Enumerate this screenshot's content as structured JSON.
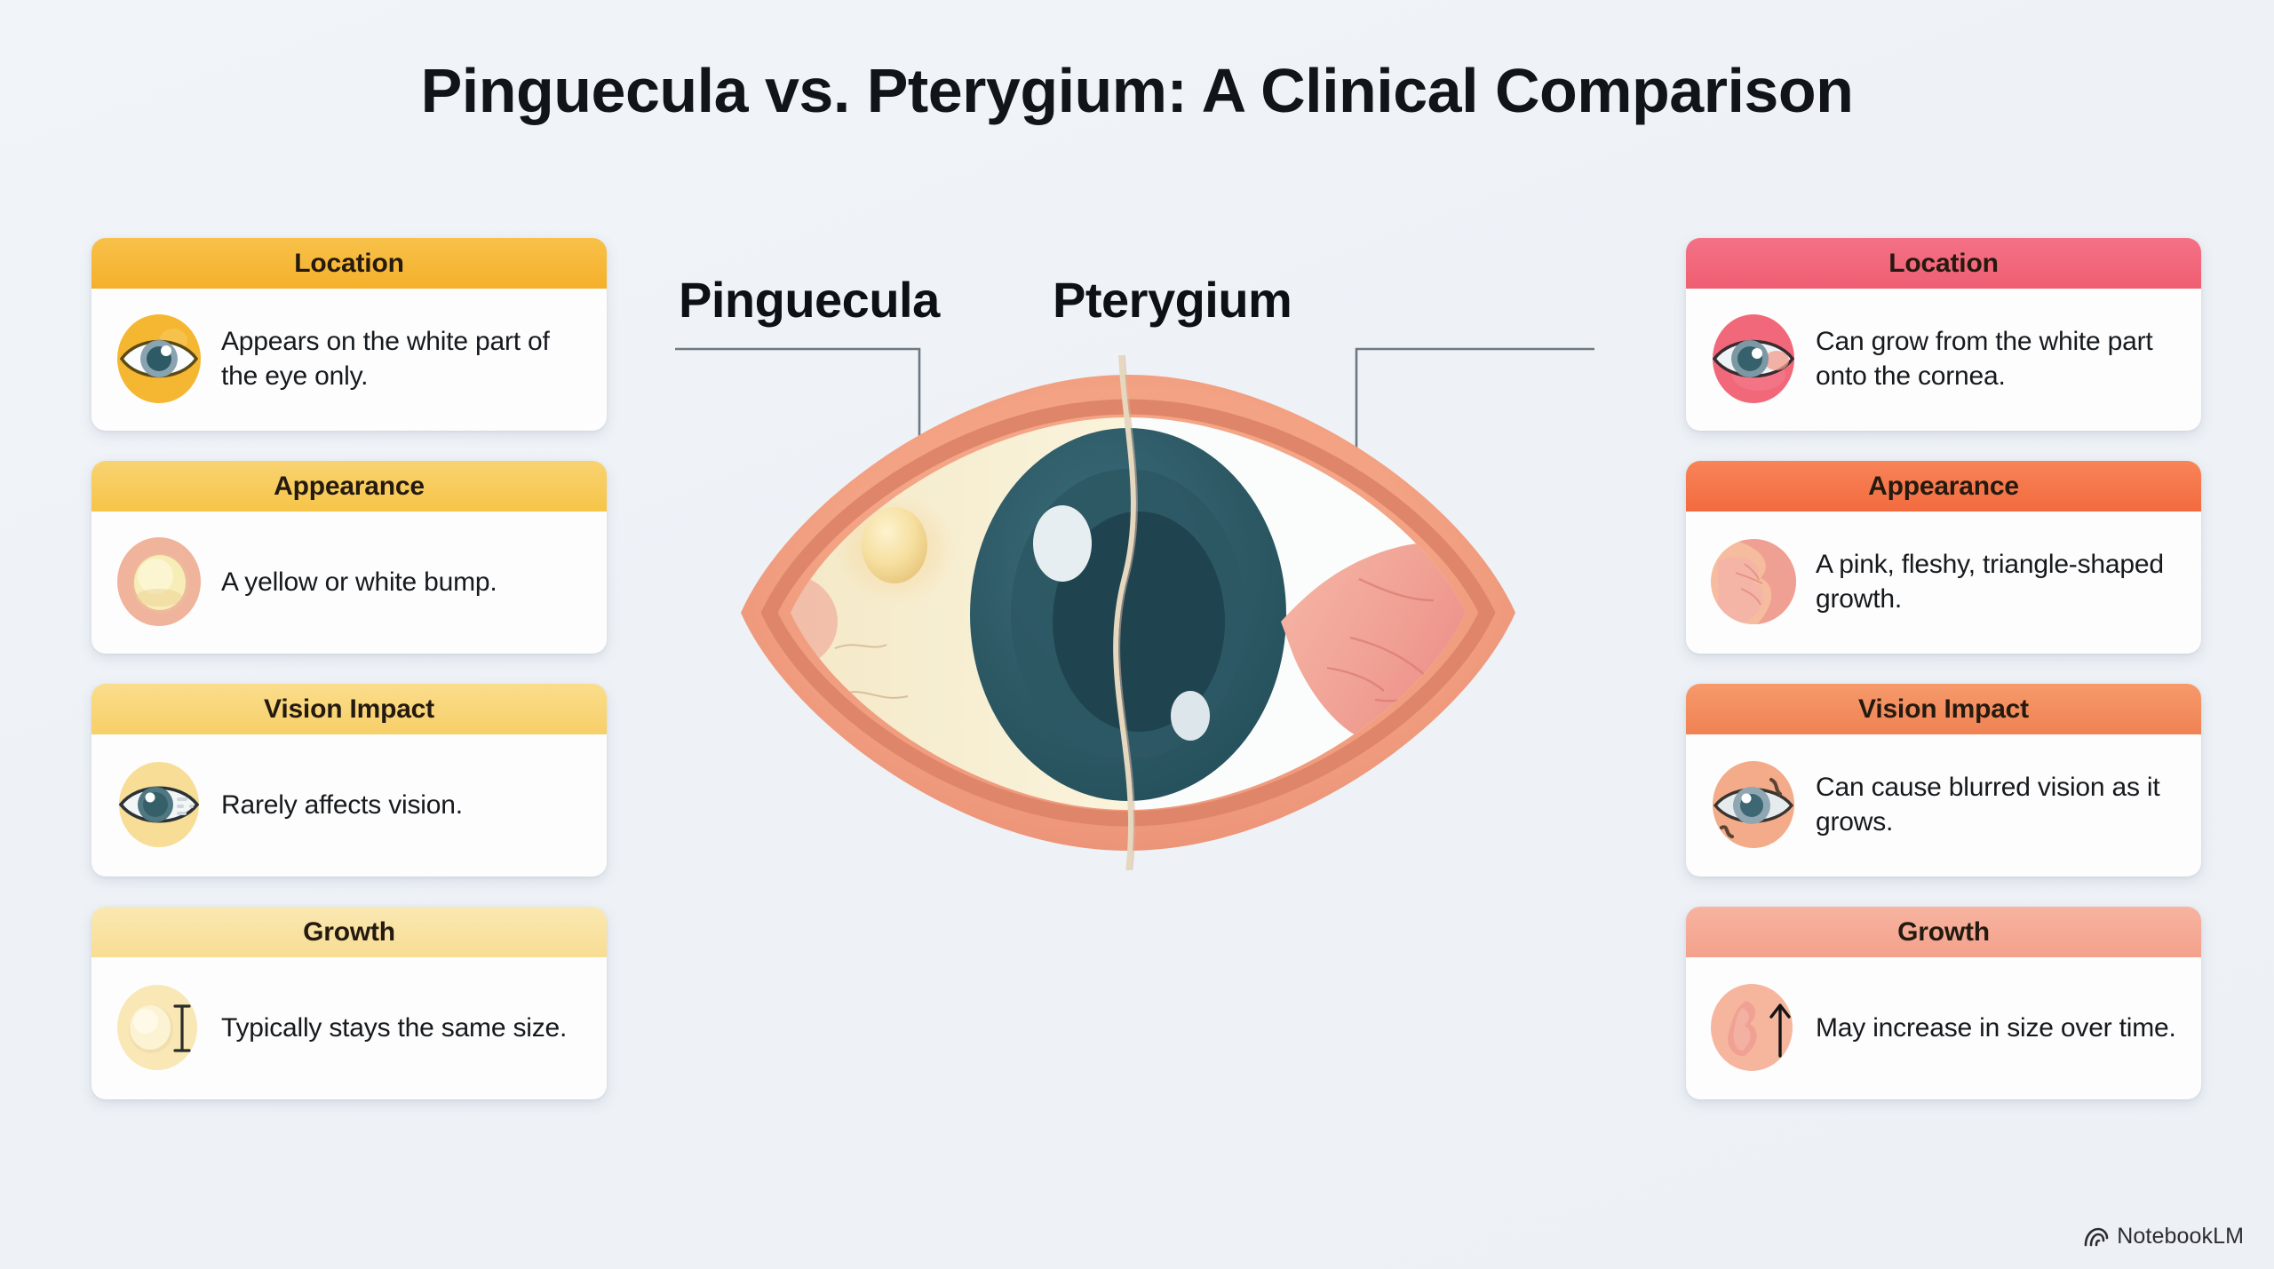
{
  "title": "Pinguecula vs. Pterygium: A Clinical Comparison",
  "background_color": "#eff3f7",
  "center": {
    "left_label": "Pinguecula",
    "right_label": "Pterygium",
    "illustration_name": "human-eye-cross-comparison",
    "illustration_colors": {
      "eyelid": "#f3a283",
      "eyelid_rim": "#e08a6e",
      "sclera_left": "#f6edcf",
      "sclera_right": "#fbfdfd",
      "iris": "#2e5a66",
      "pupil": "#1f4450",
      "pinguecula_bump": "#f5dc9d",
      "pterygium_growth": "#f0a194",
      "divider_line": "#e5d8bf"
    }
  },
  "left_column": {
    "condition": "Pinguecula",
    "accent": "#F5B731",
    "cards": [
      {
        "header": "Location",
        "header_color": "#f7bb3b",
        "icon": "eye-on-gold-circle-icon",
        "icon_circle": "#f5b731",
        "text": "Appears on the white part of the eye only."
      },
      {
        "header": "Appearance",
        "header_color": "#f7cc5e",
        "icon": "yellow-bump-on-peach-circle-icon",
        "icon_circle": "#f2b79c",
        "text": "A yellow or white bump."
      },
      {
        "header": "Vision Impact",
        "header_color": "#f8d878",
        "icon": "eye-with-blur-marks-icon",
        "icon_circle": "#f7dc94",
        "text": "Rarely affects vision."
      },
      {
        "header": "Growth",
        "header_color": "#f8e3a4",
        "icon": "bump-with-measure-bar-icon",
        "icon_circle": "#f8e6b3",
        "text": "Typically stays the same size."
      }
    ]
  },
  "right_column": {
    "condition": "Pterygium",
    "accent": "#F2667A",
    "cards": [
      {
        "header": "Location",
        "header_color": "#f26a7c",
        "icon": "eye-on-pink-circle-icon",
        "icon_circle": "#f2687b",
        "text": "Can grow from the white part onto the cornea."
      },
      {
        "header": "Appearance",
        "header_color": "#f5794e",
        "icon": "pink-fleshy-growth-icon",
        "icon_circle": "#f4b193",
        "text": "A pink, fleshy, triangle-shaped growth."
      },
      {
        "header": "Vision Impact",
        "header_color": "#f3915f",
        "icon": "eye-with-blurred-vision-icon",
        "icon_circle": "#f3ab8a",
        "text": "Can cause blurred vision as it grows."
      },
      {
        "header": "Growth",
        "header_color": "#f4ab95",
        "icon": "growth-with-up-arrow-icon",
        "icon_circle": "#f6b69e",
        "text": "May increase in size over time."
      }
    ]
  },
  "watermark": {
    "label": "NotebookLM",
    "logo": "notebooklm-arc-icon"
  }
}
